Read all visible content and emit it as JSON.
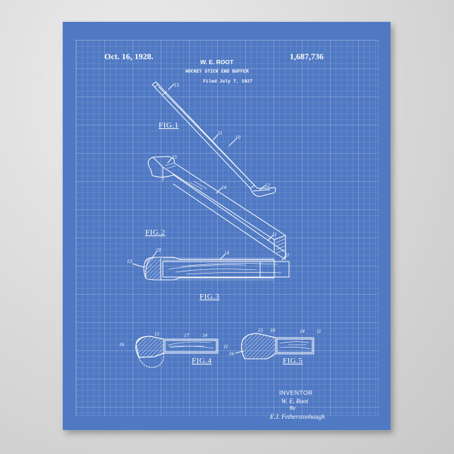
{
  "poster": {
    "background_color": "#5079c4",
    "line_color": "#ffffff",
    "header": {
      "date": "Oct. 16, 1928.",
      "patent_number": "1,687,736",
      "inventor": "W. E. ROOT",
      "title": "HOCKEY STICK END BUFFER",
      "filed": "Filed July 7, 1927"
    },
    "figures": [
      {
        "label": "FIG.1",
        "refs": [
          "13",
          "11",
          "10",
          "12"
        ]
      },
      {
        "label": "FIG.2",
        "refs": [
          "15",
          "14",
          "11"
        ]
      },
      {
        "label": "FIG.3",
        "refs": [
          "13",
          "18",
          "14",
          "11"
        ]
      },
      {
        "label": "FIG.4",
        "refs": [
          "16",
          "15",
          "17",
          "14",
          "11"
        ]
      },
      {
        "label": "FIG.5",
        "refs": [
          "15",
          "18",
          "14",
          "11",
          "16"
        ]
      }
    ],
    "signature_block": {
      "inventor_label": "INVENTOR",
      "inventor_signature": "W. E. Root",
      "by_label": "By",
      "attorney_signature": "E.J. Fetherstonhaugh"
    }
  }
}
